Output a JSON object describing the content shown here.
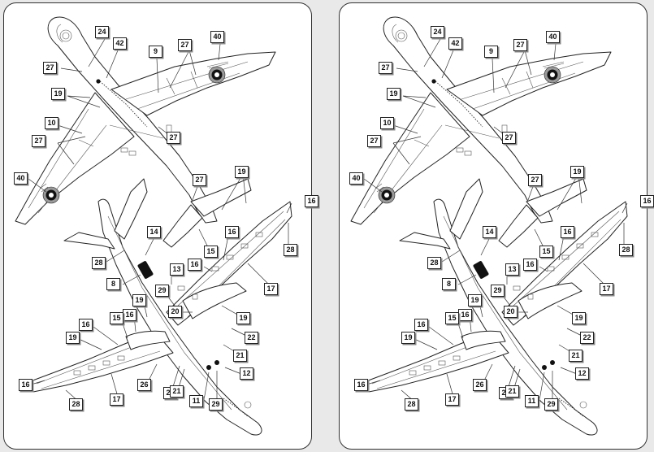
{
  "callouts": [
    "24",
    "42",
    "9",
    "27",
    "40",
    "27",
    "19",
    "10",
    "27",
    "27",
    "40",
    "27",
    "19",
    "16",
    "14",
    "15",
    "28",
    "16",
    "28",
    "13",
    "16",
    "8",
    "29",
    "17",
    "19",
    "20",
    "19",
    "16",
    "15",
    "16",
    "19",
    "22",
    "21",
    "12",
    "16",
    "17",
    "26",
    "22",
    "21",
    "11",
    "29",
    "28"
  ],
  "roundel_colors": {
    "outer": "#9a9a9a",
    "inner": "#111111",
    "center": "#ffffff"
  },
  "marking_black": "#111111"
}
